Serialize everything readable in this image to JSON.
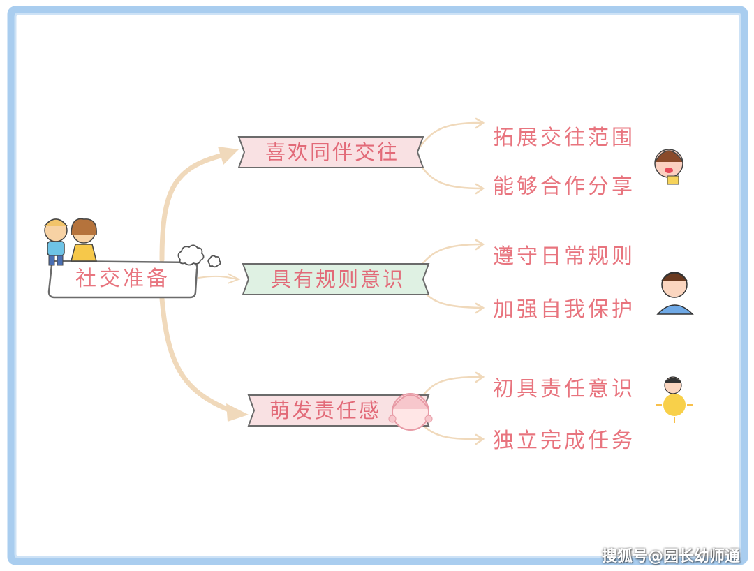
{
  "mindmap": {
    "root": {
      "label": "社交准备"
    },
    "branches": [
      {
        "label": "喜欢同伴交往",
        "color": "#f9e1e3",
        "leaves": [
          "拓展交往范围",
          "能够合作分享"
        ]
      },
      {
        "label": "具有规则意识",
        "color": "#dff1e3",
        "leaves": [
          "遵守日常规则",
          "加强自我保护"
        ]
      },
      {
        "label": "萌发责任感",
        "color": "#f9e1e3",
        "leaves": [
          "初具责任意识",
          "独立完成任务"
        ]
      }
    ]
  },
  "watermark": "搜狐号@园长幼师通",
  "colors": {
    "border": "#a9cdef",
    "connector": "#f0d9bb",
    "text": "#e8747e"
  }
}
